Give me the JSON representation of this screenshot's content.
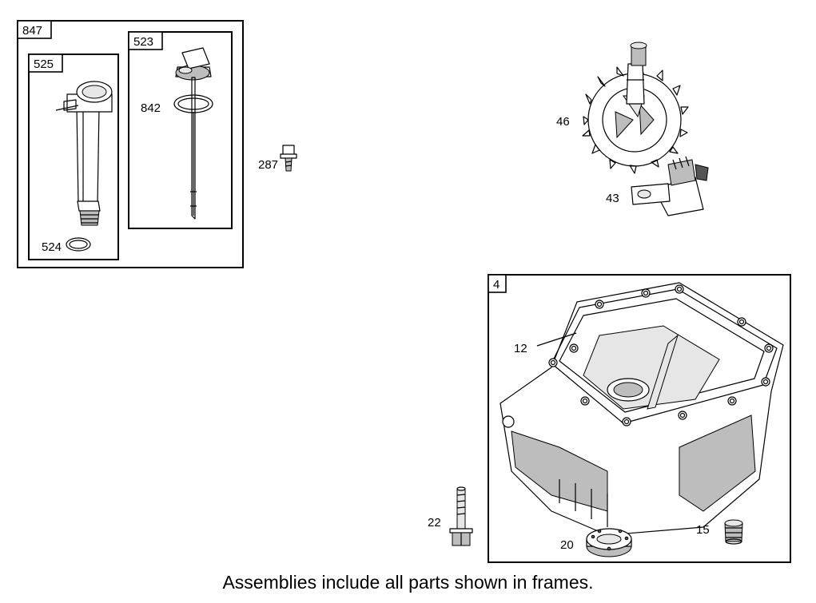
{
  "frames": {
    "f847": "847",
    "f525": "525",
    "f523": "523",
    "f4": "4"
  },
  "parts": {
    "p524": "524",
    "p842": "842",
    "p287": "287",
    "p46": "46",
    "p43": "43",
    "p12": "12",
    "p22": "22",
    "p20": "20",
    "p15": "15"
  },
  "footer": "Assemblies include all parts shown in frames."
}
